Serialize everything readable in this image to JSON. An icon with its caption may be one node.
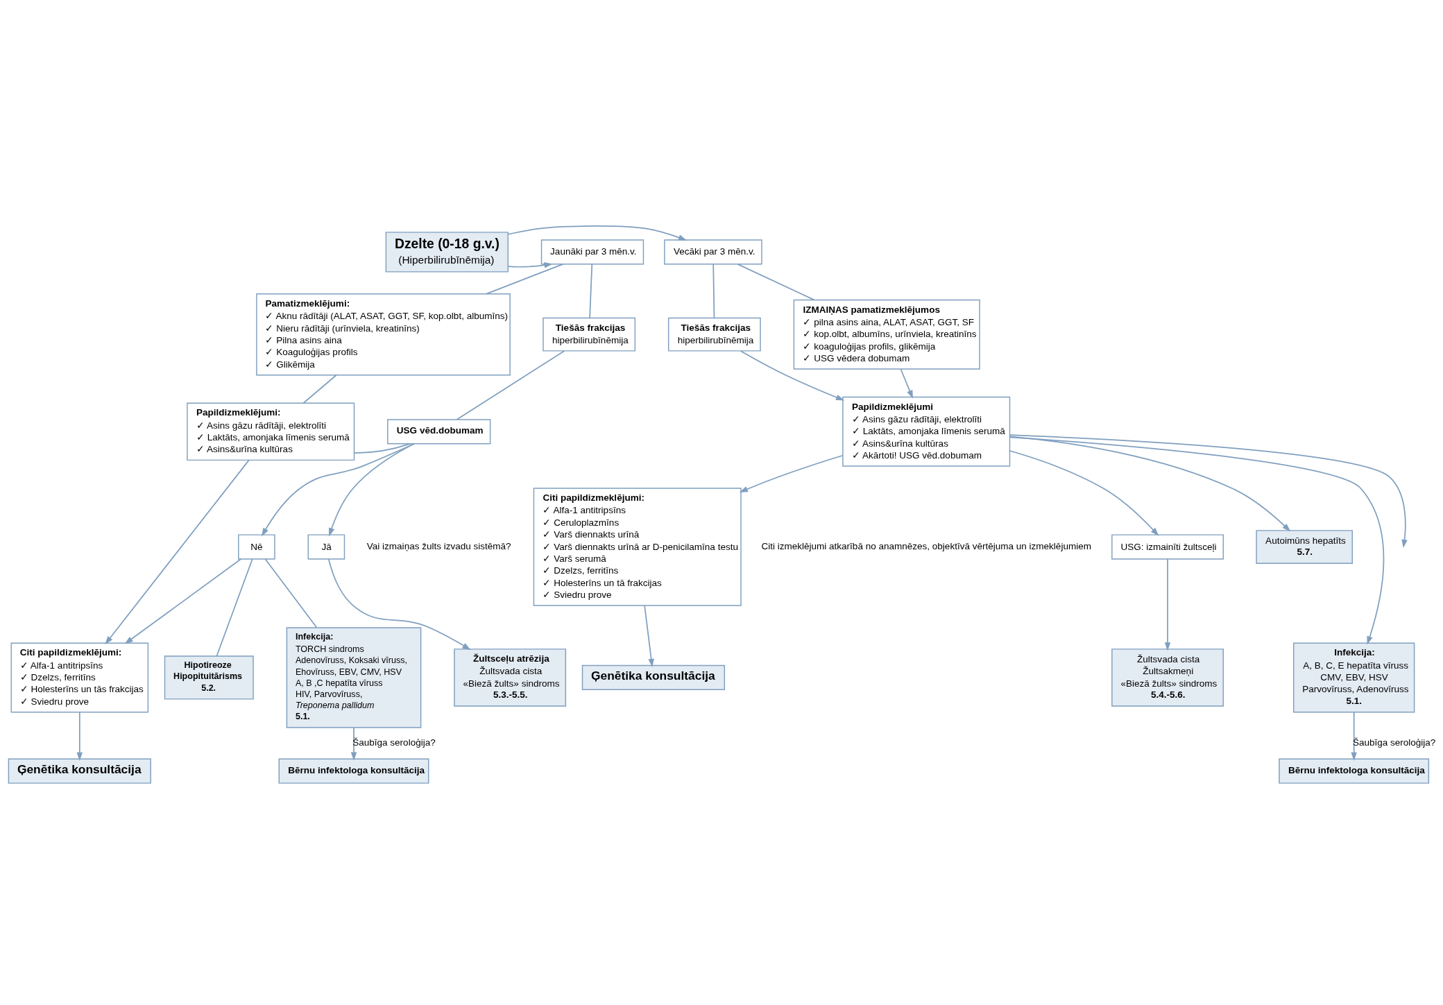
{
  "diagram": {
    "nodes": [
      {
        "text": [
          "Dzelte (0-18 g.v.)",
          "(Hiperbilirubīnēmija)"
        ]
      },
      {
        "text": [
          "Jaunāki par 3 mēn.v."
        ]
      },
      {
        "text": [
          "Vecāki par 3 mēn.v."
        ]
      },
      {
        "text": [
          "Pamatizmeklējumi:",
          "✓ Aknu rādītāji (ALAT, ASAT, GGT, SF, kop.olbt, albumīns)",
          "✓ Nieru rādītāji (urīnviela, kreatinīns)",
          "✓ Pilna asins aina",
          "✓ Koaguloģijas profils",
          "✓ Glikēmija"
        ]
      },
      {
        "text": [
          "Tiešās frakcijas",
          "hiperbilirubīnēmija"
        ]
      },
      {
        "text": [
          "Tiešās frakcijas",
          "hiperbilirubīnēmija"
        ]
      },
      {
        "text": [
          "IZMAIŅAS pamatizmeklējumos",
          "✓ pilna asins aina, ALAT, ASAT, GGT, SF",
          "✓ kop.olbt, albumīns, urīnviela, kreatinīns",
          "✓ koaguloģijas profils, glikēmija",
          "✓ USG vēdera dobumam"
        ]
      },
      {
        "text": [
          "Papildizmeklējumi:",
          "✓ Asins gāzu rādītāji, elektrolīti",
          "✓ Laktāts, amonjaka līmenis serumā",
          "✓ Asins&urīna kultūras"
        ]
      },
      {
        "text": [
          "USG vēd.dobumam"
        ]
      },
      {
        "text": [
          "Papildizmeklējumi",
          "✓ Asins gāzu rādītāji, elektrolīti",
          "✓ Laktāts, amonjaka līmenis serumā",
          "✓ Asins&urīna kultūras",
          "✓ Akārtoti! USG vēd.dobumam"
        ]
      },
      {
        "text": [
          "Nē"
        ]
      },
      {
        "text": [
          "Jā"
        ]
      },
      {
        "text": [
          "Infekcija:",
          "TORCH sindroms",
          "Adenovīruss, Koksaki vīruss,",
          "Ehovīruss, EBV, CMV, HSV",
          "A, B ,C hepatīta vīruss",
          "HIV, Parvovīruss,",
          "Treponema pallidum",
          "5.1."
        ]
      },
      {
        "text": [
          "Hipotireoze",
          "Hipopituitārisms",
          "5.2."
        ]
      },
      {
        "text": [
          "Žultsceļu atrēzija",
          "Žultsvada cista",
          "«Biezā žults» sindroms",
          "5.3.-5.5."
        ]
      },
      {
        "text": [
          "USG: izmainīti žultsceļi"
        ]
      },
      {
        "text": [
          "Autoimūns hepatīts",
          "5.7."
        ]
      },
      {
        "text": [
          "Citi papildizmeklējumi:",
          "✓ Alfa-1 antitripsīns",
          "✓ Ceruloplazmīns",
          "✓ Varš diennakts urīnā",
          "✓ Varš diennakts urīnā ar D-penicilamīna testu",
          "✓ Varš serumā",
          "✓ Dzelzs, ferritīns",
          "✓ Holesterīns un tā frakcijas",
          "✓ Sviedru prove"
        ]
      },
      {
        "text": [
          "Infekcija:",
          "A, B, C, E hepatīta vīruss",
          "CMV, EBV, HSV",
          "Parvovīruss, Adenovīruss",
          "5.1."
        ]
      },
      {
        "text": [
          "Citi papildizmeklējumi:",
          "✓ Alfa-1 antitripsīns",
          "✓ Dzelzs, ferritīns",
          "✓ Holesterīns un tās frakcijas",
          "✓ Sviedru prove"
        ]
      },
      {
        "text": [
          "Bērnu infektologa konsultācija"
        ]
      },
      {
        "text": [
          "Žultsvada cista",
          "Žultsakmeņi",
          "«Biezā žults» sindroms",
          "5.4.-5.6."
        ]
      },
      {
        "text": [
          "Ģenētika konsultācija"
        ]
      },
      {
        "text": [
          "Bērnu infektologa konsultācija"
        ]
      },
      {
        "text": [
          "Ģenētika konsultācija"
        ]
      }
    ],
    "edges": [
      {
        "from": 0,
        "to": 1,
        "arrow": "to"
      },
      {
        "from": 0,
        "to": 2,
        "arrow": "to"
      },
      {
        "from": 1,
        "to": 3,
        "arrow": "none"
      },
      {
        "from": 1,
        "to": 4,
        "arrow": "none"
      },
      {
        "from": 2,
        "to": 5,
        "arrow": "none"
      },
      {
        "from": 2,
        "to": 6,
        "arrow": "none"
      },
      {
        "from": 3,
        "to": 7,
        "arrow": "none"
      },
      {
        "from": 4,
        "to": 8,
        "arrow": "none"
      },
      {
        "from": 8,
        "to": 7,
        "arrow": "none"
      },
      {
        "from": 8,
        "to": 10,
        "arrow": "to"
      },
      {
        "from": 8,
        "to": 11,
        "arrow": "to"
      },
      {
        "from": 5,
        "to": 9,
        "arrow": "to"
      },
      {
        "from": 6,
        "to": 9,
        "arrow": "to"
      },
      {
        "from": 7,
        "to": 19,
        "arrow": "to"
      },
      {
        "from": 10,
        "to": 19,
        "arrow": "to"
      },
      {
        "from": 10,
        "to": 12,
        "arrow": "none"
      },
      {
        "from": 10,
        "to": 13,
        "arrow": "none"
      },
      {
        "from": 11,
        "to": 14,
        "arrow": "to"
      },
      {
        "from": 12,
        "to": 20,
        "arrow": "to",
        "label": "Šaubīga seroloģija?"
      },
      {
        "from": 19,
        "to": 24,
        "arrow": "to"
      },
      {
        "from": 9,
        "to": 15,
        "arrow": "to"
      },
      {
        "from": 9,
        "to": 17,
        "arrow": "to"
      },
      {
        "from": 9,
        "to": 16,
        "arrow": "to"
      },
      {
        "from": 9,
        "to": 18,
        "arrow": "to"
      },
      {
        "from": 9,
        "to": null,
        "arrow": "to"
      },
      {
        "from": 15,
        "to": 21,
        "arrow": "to"
      },
      {
        "from": 17,
        "to": 22,
        "arrow": "to"
      },
      {
        "from": 18,
        "to": 23,
        "arrow": "to",
        "label": "Šaubīga seroloģija?"
      }
    ],
    "labels": [
      "Vai izmaiņas žults izvadu sistēmā?",
      "Citi izmeklējumi atkarībā no anamnēzes, objektīvā vērtējuma un izmeklējumiem"
    ]
  }
}
